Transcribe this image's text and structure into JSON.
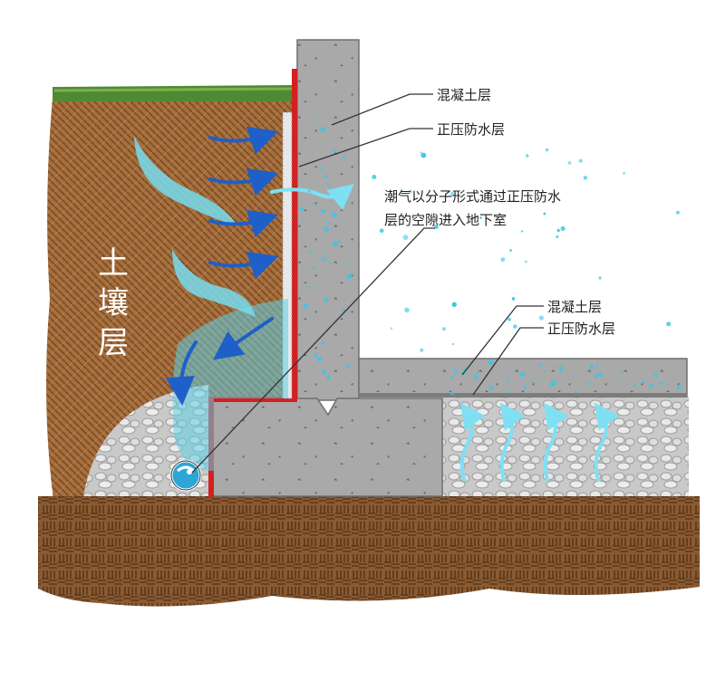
{
  "labels": {
    "soil": [
      "土",
      "壤",
      "层"
    ],
    "wall_concrete": "混凝土层",
    "wall_waterproof": "正压防水层",
    "vapor_line1": "潮气以分子形式通过正压防水",
    "vapor_line2": "层的空隙进入地下室",
    "floor_concrete": "混凝土层",
    "floor_waterproof": "正压防水层"
  },
  "colors": {
    "soil": "#a06a3a",
    "soil_dark": "#6b4423",
    "grass": "#4f8a32",
    "concrete": "#a7a7a7",
    "waterproof_membrane": "#d42020",
    "water_arrow": "#1e5fc8",
    "vapor": "#3cc6e6",
    "gravel": "#d6d6d6"
  },
  "icons": [
    "drain-pipe-icon",
    "water-flow-arrow-icon",
    "vapor-arrow-icon"
  ]
}
